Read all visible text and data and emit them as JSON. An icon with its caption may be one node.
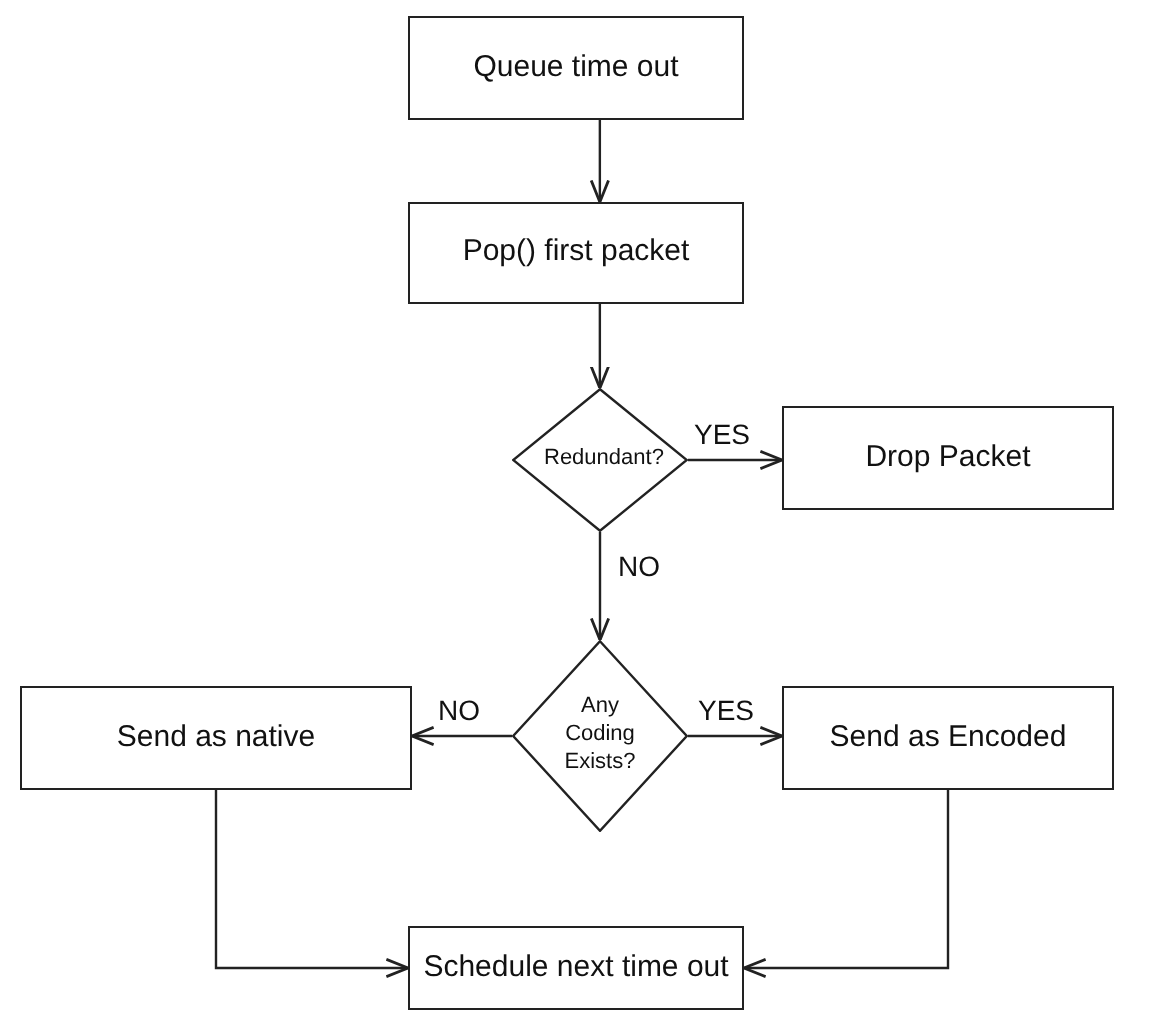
{
  "diagram": {
    "nodes": [
      {
        "text": [
          "Queue time out"
        ]
      },
      {
        "text": [
          "Pop() first packet"
        ]
      },
      {
        "text": [
          "Redundant?"
        ]
      },
      {
        "text": [
          "Drop Packet"
        ]
      },
      {
        "text": [
          "Any Coding Exists?"
        ]
      },
      {
        "text": [
          "Send as native"
        ]
      },
      {
        "text": [
          "Send as Encoded"
        ]
      },
      {
        "text": [
          "Schedule next time out"
        ]
      }
    ],
    "edges": [
      {
        "from": 0,
        "to": 1,
        "arrow": "to"
      },
      {
        "from": 1,
        "to": 2,
        "arrow": "to"
      },
      {
        "from": 2,
        "to": 3,
        "arrow": "to",
        "label": "YES"
      },
      {
        "from": 2,
        "to": 4,
        "arrow": "to",
        "label": "NO"
      },
      {
        "from": 4,
        "to": 5,
        "arrow": "to",
        "label": "NO"
      },
      {
        "from": 4,
        "to": 6,
        "arrow": "to",
        "label": "YES"
      },
      {
        "from": 5,
        "to": 7,
        "arrow": "to"
      },
      {
        "from": 6,
        "to": 7,
        "arrow": "to"
      }
    ]
  }
}
